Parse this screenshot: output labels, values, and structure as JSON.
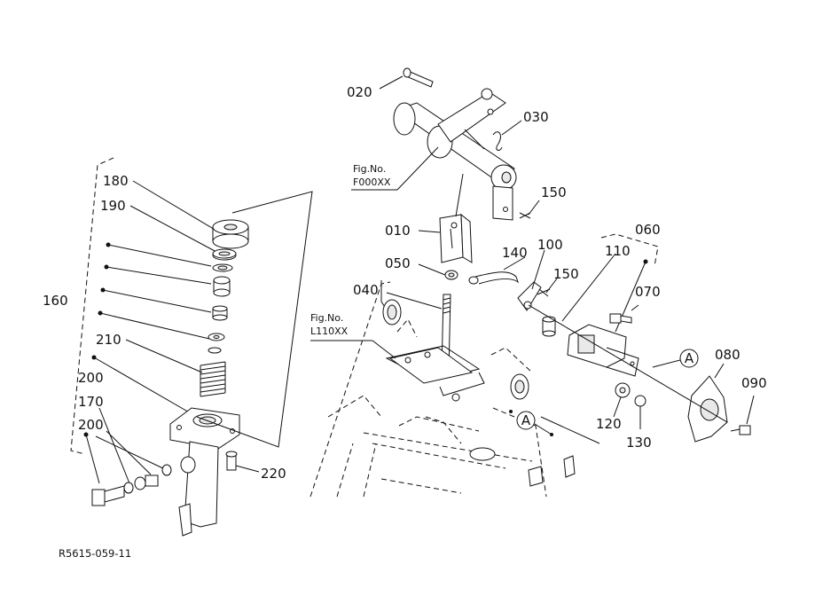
{
  "diagram": {
    "part_numbers": {
      "p010": "010",
      "p020": "020",
      "p030": "030",
      "p040": "040",
      "p050": "050",
      "p060": "060",
      "p070": "070",
      "p080": "080",
      "p090": "090",
      "p100": "100",
      "p110": "110",
      "p120": "120",
      "p130": "130",
      "p140": "140",
      "p150a": "150",
      "p150b": "150",
      "p160": "160",
      "p170": "170",
      "p180": "180",
      "p190": "190",
      "p200a": "200",
      "p200b": "200",
      "p210": "210",
      "p220": "220"
    },
    "fig_refs": {
      "f000_line1": "Fig.No.",
      "f000_line2": "F000XX",
      "l110_line1": "Fig.No.",
      "l110_line2": "L110XX"
    },
    "ref_marks": {
      "a1": "A",
      "a2": "A"
    },
    "drawing_code": "R5615-059-11"
  }
}
